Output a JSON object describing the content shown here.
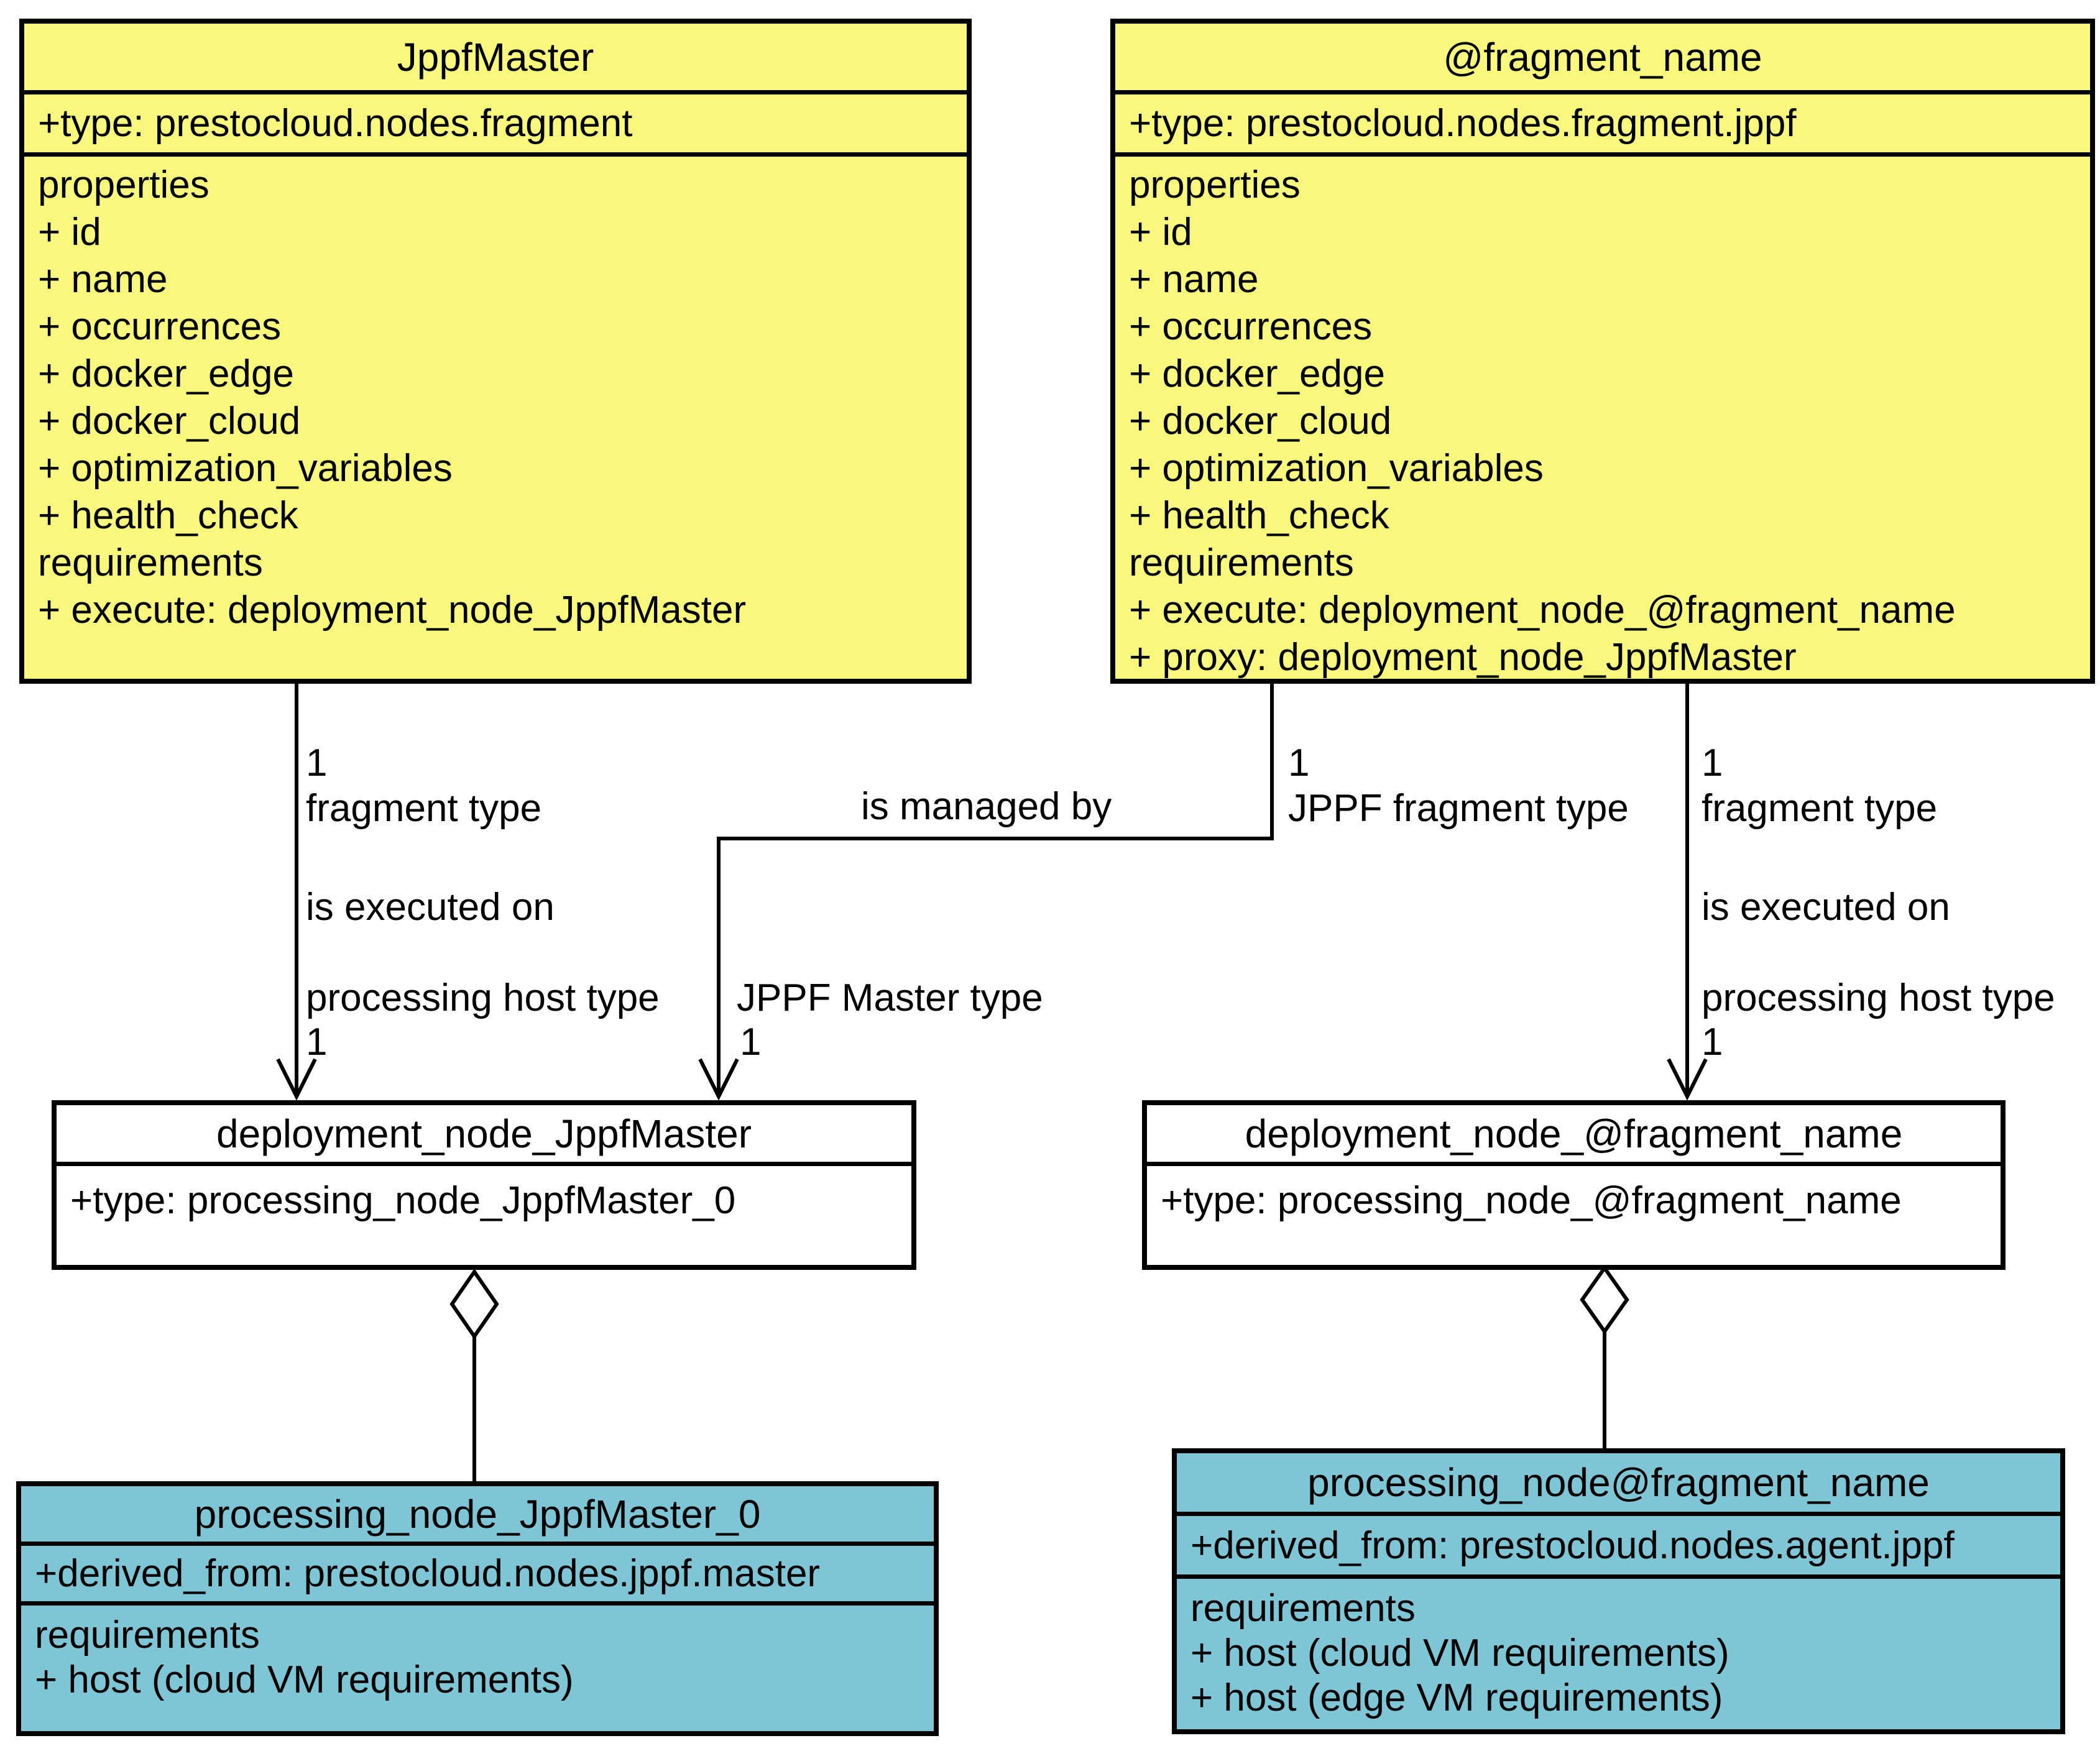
{
  "boxes": {
    "jppf_master": {
      "title": "JppfMaster",
      "type_line": "+type: prestocloud.nodes.fragment",
      "lines": [
        "properties",
        "+ id",
        "+ name",
        "+ occurrences",
        "+ docker_edge",
        "+ docker_cloud",
        "+ optimization_variables",
        "+ health_check",
        "requirements",
        "+ execute: deployment_node_JppfMaster"
      ]
    },
    "fragment_name": {
      "title": "@fragment_name",
      "type_line": "+type: prestocloud.nodes.fragment.jppf",
      "lines": [
        "properties",
        "+ id",
        "+ name",
        "+ occurrences",
        "+ docker_edge",
        "+ docker_cloud",
        "+ optimization_variables",
        "+ health_check",
        "requirements",
        "+ execute: deployment_node_@fragment_name",
        "+ proxy: deployment_node_JppfMaster"
      ]
    },
    "deployment_node_jppf_master": {
      "title": "deployment_node_JppfMaster",
      "type_line": "+type: processing_node_JppfMaster_0"
    },
    "deployment_node_fragment_name": {
      "title": "deployment_node_@fragment_name",
      "type_line": "+type: processing_node_@fragment_name"
    },
    "processing_node_jppf_master": {
      "title": "processing_node_JppfMaster_0",
      "derived_line": "+derived_from: prestocloud.nodes.jppf.master",
      "lines": [
        "requirements",
        "+ host (cloud VM requirements)"
      ]
    },
    "processing_node_fragment_name": {
      "title": "processing_node@fragment_name",
      "derived_line": "+derived_from: prestocloud.nodes.agent.jppf",
      "lines": [
        "requirements",
        "+ host (cloud VM requirements)",
        "+ host (edge VM requirements)"
      ]
    }
  },
  "edges": {
    "jppf_master_executed_on": {
      "mult_source": "1",
      "role_source": "fragment type",
      "name": "is executed on",
      "role_target": "processing host type",
      "mult_target": "1"
    },
    "managed_by": {
      "name": "is managed by",
      "mult_source": "1",
      "role_source": "JPPF fragment type",
      "role_target": "JPPF Master type",
      "mult_target": "1"
    },
    "fragment_executed_on": {
      "mult_source": "1",
      "role_source": "fragment type",
      "name": "is executed on",
      "role_target": "processing host type",
      "mult_target": "1"
    }
  },
  "colors": {
    "fragment_fill": "#F8F97C",
    "processing_fill": "#7EC6D6",
    "deployment_fill": "#FFFFFF",
    "line": "#000000",
    "background": "#FFFFFF"
  }
}
